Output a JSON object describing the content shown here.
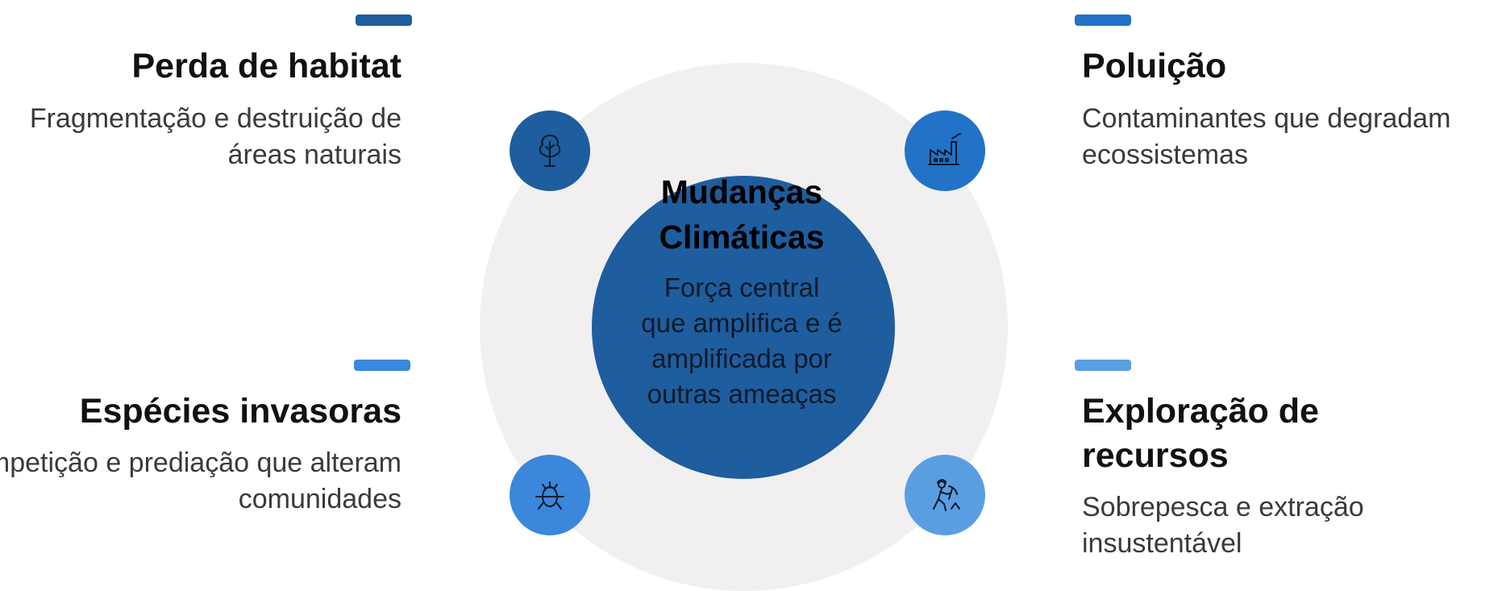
{
  "center": {
    "title": "Mudanças Climáticas",
    "description": "Força central que amplifica e é amplificada por outras ameaças"
  },
  "items": [
    {
      "title": "Perda de habitat",
      "description": "Fragmentação e destruição de áreas naturais",
      "icon": "tree-icon",
      "color": "#1e5d9e"
    },
    {
      "title": "Poluição",
      "description": "Contaminantes que degradam ecossistemas",
      "icon": "factory-icon",
      "color": "#2272c8"
    },
    {
      "title": "Espécies invasoras",
      "description": "Competição e prediação que alteram comunidades",
      "icon": "bug-icon",
      "color": "#3a87dc"
    },
    {
      "title": "Exploração de recursos",
      "description": "Sobrepesca e extração insustentável",
      "icon": "miner-icon",
      "color": "#5a9ee2"
    }
  ],
  "colors": {
    "ring": "#f1efef",
    "core": "#1e5d9e"
  }
}
